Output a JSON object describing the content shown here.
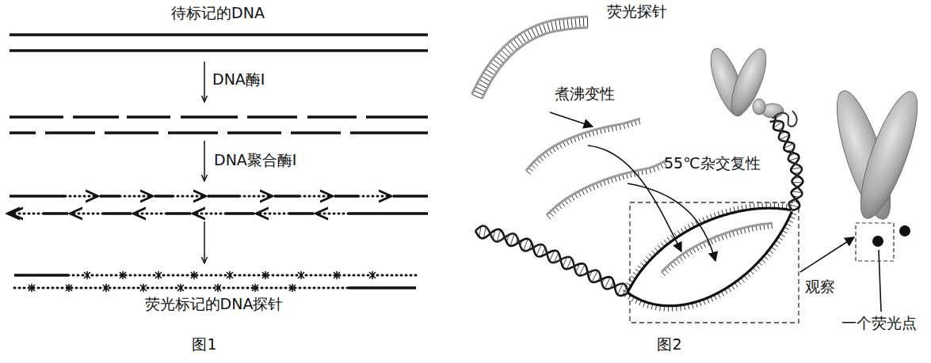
{
  "diagram": {
    "labels": [
      "待标记的DNA",
      "DNA酶Ⅰ",
      "DNA聚合酶Ⅰ",
      "荧光标记的DNA探针",
      "图1",
      "荧光探针",
      "煮沸变性",
      "55℃杂交复性",
      "观察",
      "一个荧光点",
      "图2"
    ]
  }
}
